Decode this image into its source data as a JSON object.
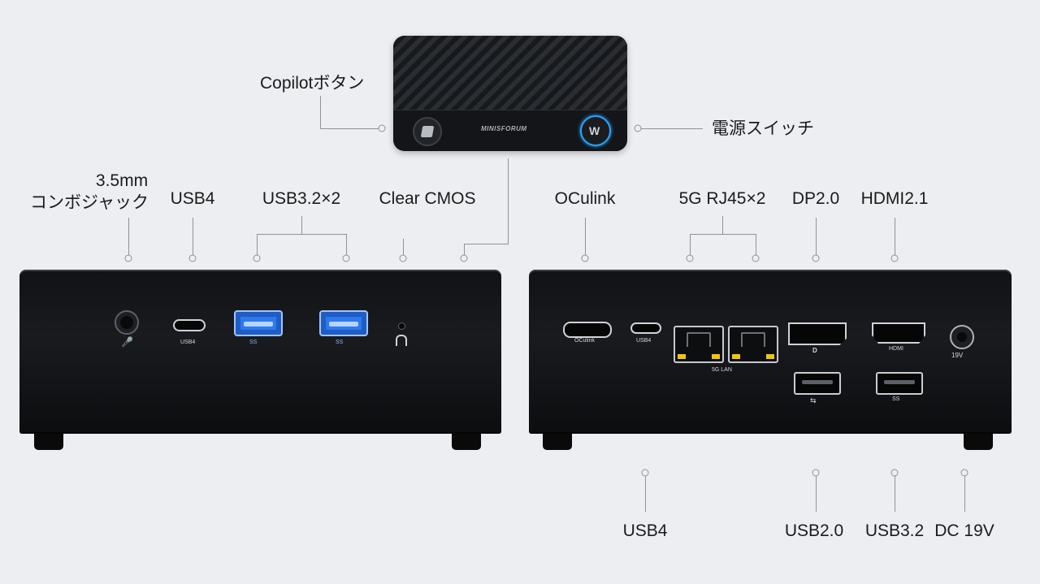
{
  "callouts": {
    "copilot": "Copilotボタン",
    "power": "電源スイッチ",
    "audio_line1": "3.5mm",
    "audio_line2": "コンボジャック",
    "front_usb4": "USB4",
    "usb32x2": "USB3.2×2",
    "clear_cmos": "Clear CMOS",
    "oculink": "OCulink",
    "lan": "5G RJ45×2",
    "dp": "DP2.0",
    "hdmi": "HDMI2.1",
    "rear_usb4": "USB4",
    "usb20": "USB2.0",
    "usb32": "USB3.2",
    "dc": "DC 19V"
  },
  "device": {
    "brand": "MINISFORUM",
    "front_usb4_print": "USB4",
    "ss_print": "SS",
    "oculink_print": "OCulink",
    "rear_usb4_print": "USB4",
    "lan_print": "5G LAN",
    "hdmi_print": "HDMI",
    "dc_print": "19V"
  }
}
